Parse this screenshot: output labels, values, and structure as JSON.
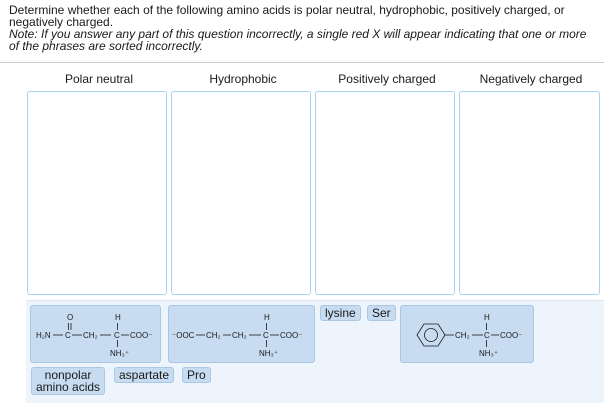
{
  "prompt": {
    "text": "Determine whether each of the following amino acids is polar neutral, hydrophobic, positively charged, or negatively charged.",
    "note": "Note: If you answer any part of this question incorrectly, a single red X will appear indicating that one or more of the phrases are sorted incorrectly."
  },
  "bins": [
    {
      "label": "Polar neutral"
    },
    {
      "label": "Hydrophobic"
    },
    {
      "label": "Positively charged"
    },
    {
      "label": "Negatively charged"
    }
  ],
  "chips": {
    "lysine": "lysine",
    "ser": "Ser",
    "nonpolar_line1": "nonpolar",
    "nonpolar_line2": "amino acids",
    "aspartate": "aspartate",
    "pro": "Pro"
  },
  "structures": {
    "s1": {
      "o": "O",
      "h": "H",
      "h2n": "H₂N",
      "c1": "C",
      "ch2": "CH₂",
      "c2": "C",
      "coo": "COO⁻",
      "nh3": "NH₃⁺"
    },
    "s2": {
      "h": "H",
      "ooc": "⁻OOC",
      "ch2a": "CH₂",
      "ch2b": "CH₂",
      "c": "C",
      "coo": "COO⁻",
      "nh3": "NH₃⁺"
    },
    "s3": {
      "h": "H",
      "ch2": "CH₂",
      "c": "C",
      "coo": "COO⁻",
      "nh3": "NH₃⁺"
    }
  }
}
